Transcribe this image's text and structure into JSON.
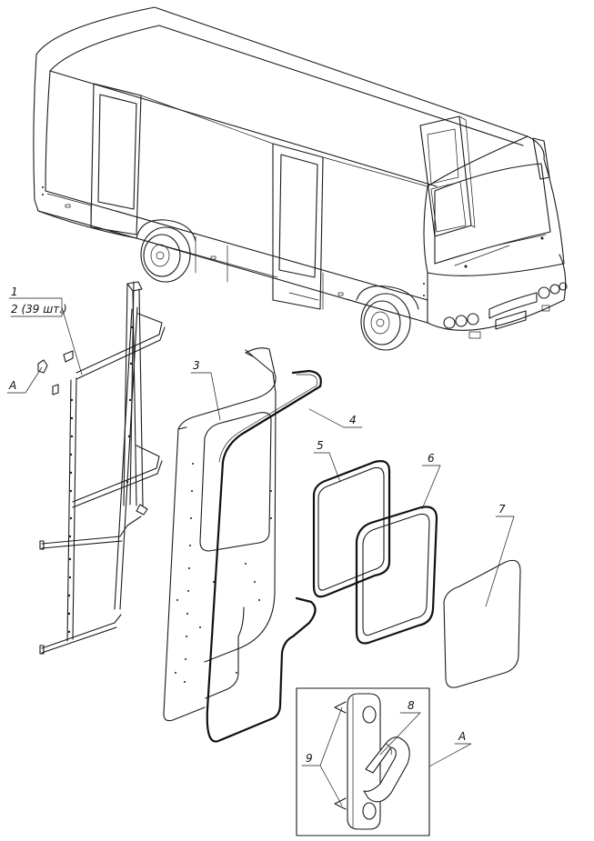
{
  "labels": {
    "p1": "1",
    "p2": "2 (39 шт.)",
    "pA_left": "A",
    "p3": "3",
    "p4": "4",
    "p5": "5",
    "p6": "6",
    "p7": "7",
    "p8": "8",
    "p9": "9",
    "pA_detail": "A"
  }
}
